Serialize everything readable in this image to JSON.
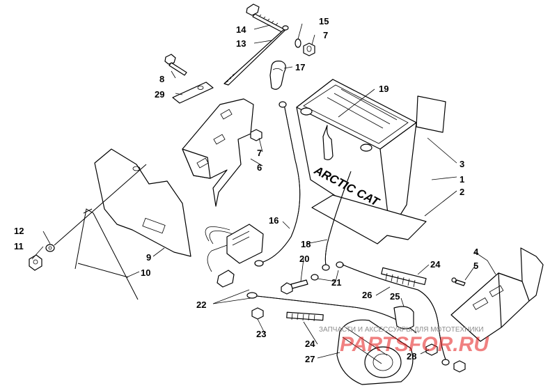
{
  "diagram": {
    "callouts": [
      "1",
      "2",
      "3",
      "4",
      "5",
      "6",
      "7",
      "7",
      "8",
      "9",
      "10",
      "11",
      "12",
      "13",
      "14",
      "15",
      "16",
      "17",
      "18",
      "19",
      "20",
      "21",
      "22",
      "23",
      "24",
      "24",
      "25",
      "26",
      "27",
      "28",
      "29"
    ],
    "battery_logo": "ARCTIC CAT",
    "watermark": {
      "tagline": "ЗАПЧАСТИ И АКСЕССУАРЫ ДЛЯ МОТОТЕХНИКИ",
      "brand": "PARTSFOR.RU"
    }
  }
}
